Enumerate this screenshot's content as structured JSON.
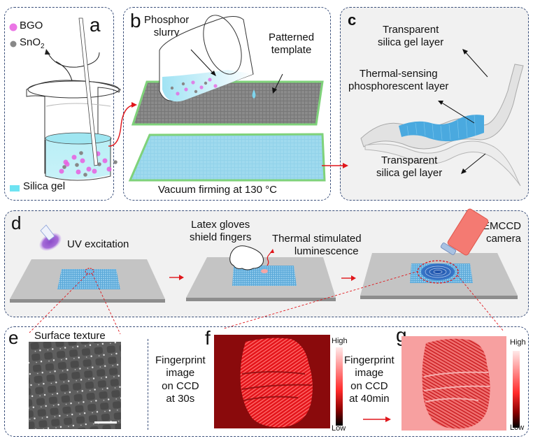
{
  "figure": {
    "panels": {
      "a": {
        "label": "a",
        "legend": [
          {
            "name": "BGO",
            "color": "#e85ee0"
          },
          {
            "name": "SnO",
            "subscript": "2",
            "color": "#888888"
          },
          {
            "name": "Silica gel",
            "color": "#6ee3f2"
          }
        ]
      },
      "b": {
        "label": "b",
        "phosphor_label_line1": "Phosphor",
        "phosphor_label_line2": "slurry",
        "template_label_line1": "Patterned",
        "template_label_line2": "template",
        "caption": "Vacuum firming at 130 °C"
      },
      "c": {
        "label": "c",
        "top_layer_line1": "Transparent",
        "top_layer_line2": "silica gel layer",
        "middle_layer_line1": "Thermal-sensing",
        "middle_layer_line2": "phosphorescent layer",
        "bottom_layer_line1": "Transparent",
        "bottom_layer_line2": "silica gel layer"
      },
      "d": {
        "label": "d",
        "uv_label": "UV excitation",
        "gloves_line1": "Latex gloves",
        "gloves_line2": "shield fingers",
        "tsl_line1": "Thermal stimulated",
        "tsl_line2": "luminescence",
        "camera_line1": "EMCCD",
        "camera_line2": "camera"
      },
      "e": {
        "label": "e",
        "title": "Surface texture"
      },
      "f": {
        "label": "f",
        "caption_line1": "Fingerprint",
        "caption_line2": "image",
        "caption_line3": "on CCD",
        "caption_line4": "at 30s",
        "scale_high": "High",
        "scale_low": "Low"
      },
      "g": {
        "label": "g",
        "caption_line1": "Fingerprint",
        "caption_line2": "image",
        "caption_line3": "on CCD",
        "caption_line4": "at 40min",
        "scale_high": "High",
        "scale_low": "Low"
      }
    },
    "colors": {
      "border": "#3a4f7a",
      "arrow_red": "#e0161b",
      "template_green": "#7fd27a",
      "phosphor_blue": "#4aa9df",
      "camera_red": "#f47a72"
    }
  }
}
